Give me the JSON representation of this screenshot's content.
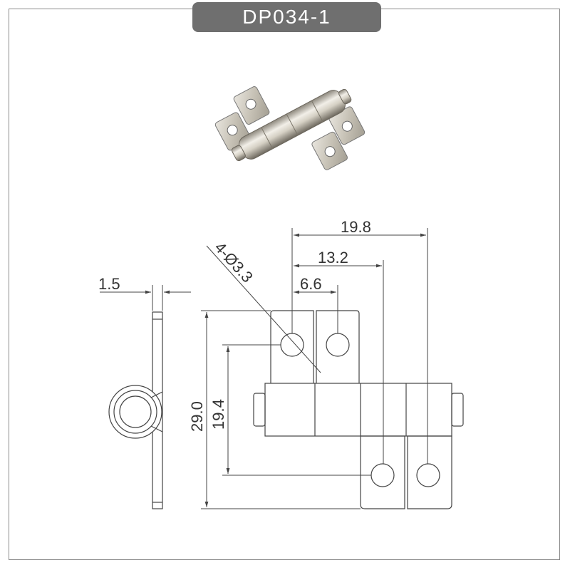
{
  "title": "DP034-1",
  "dimensions": {
    "thickness": "1.5",
    "overall_width": "19.8",
    "mid_width": "13.2",
    "hole_spacing": "6.6",
    "hole_callout": "4-Ø3.3",
    "overall_height": "29.0",
    "hole_vertical": "19.4"
  },
  "colors": {
    "badge": "#6f6f6f",
    "frame": "#8a8a8a",
    "line": "#444444",
    "metal": "#c9c4b8"
  }
}
